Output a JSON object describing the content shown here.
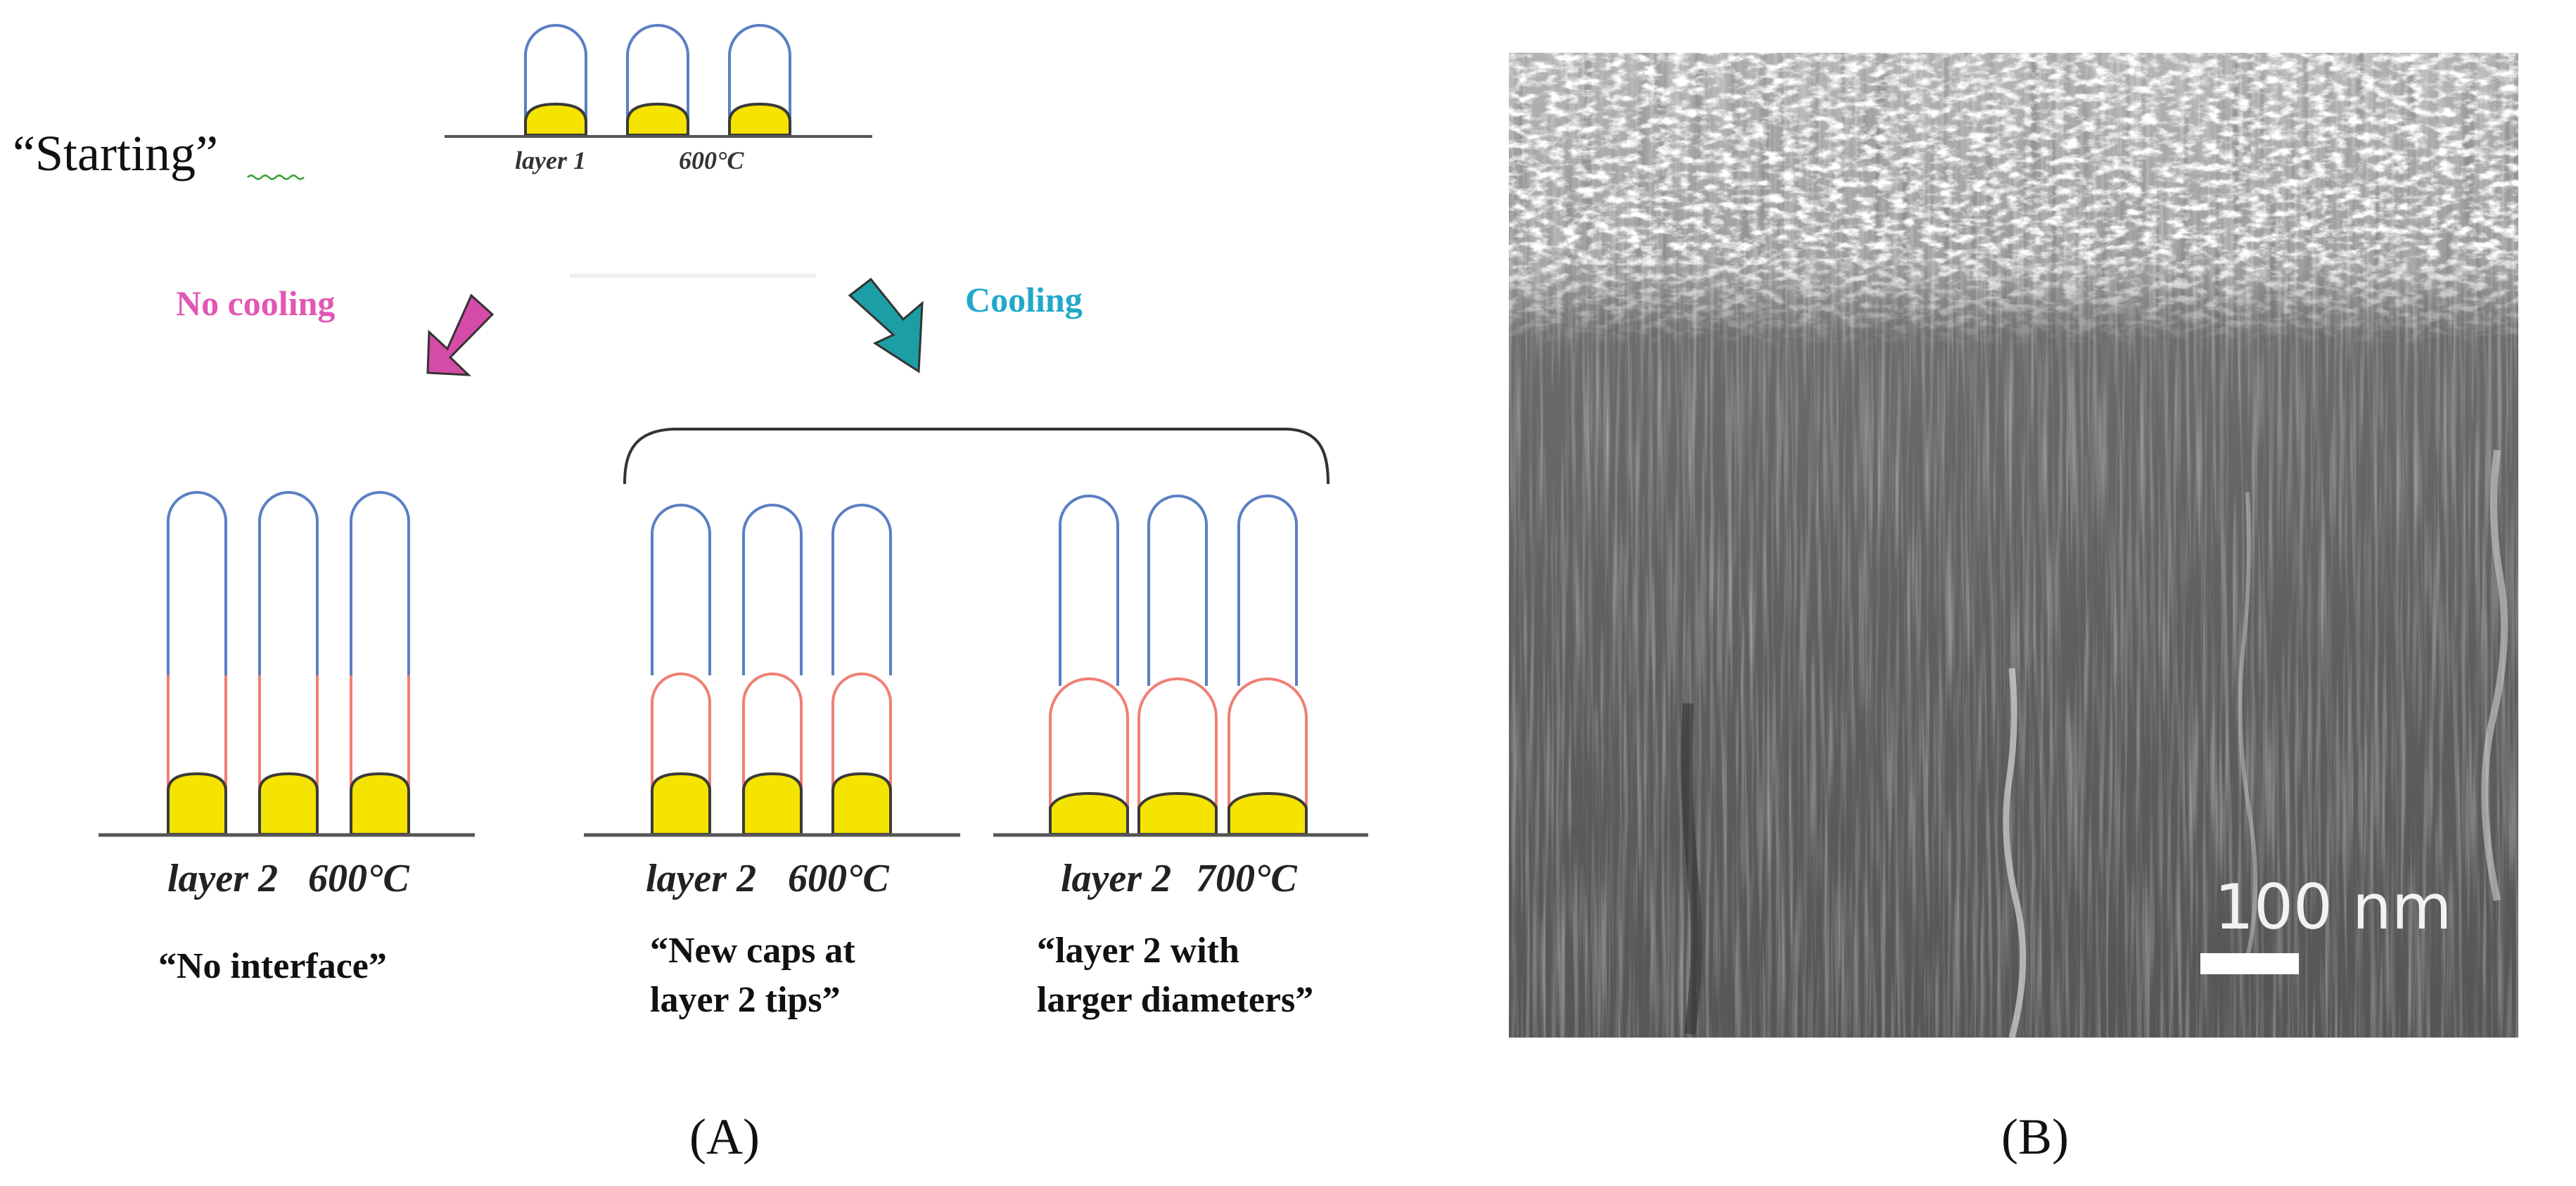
{
  "panel_a": {
    "panel_label": "(A)",
    "starting": {
      "label": "“Starting”",
      "layer_label": "layer 1",
      "temp_label": "600°C"
    },
    "no_cooling": {
      "label": "No cooling",
      "layer_label": "layer 2",
      "temp_label": "600°C",
      "caption": "“No interface”"
    },
    "cooling": {
      "label": "Cooling",
      "caps": {
        "layer_label": "layer 2",
        "temp_label": "600°C",
        "caption_line1": "“New caps at",
        "caption_line2": "layer 2 tips”"
      },
      "larger": {
        "layer_label": "layer 2",
        "temp_label": "700°C",
        "caption_line1": "“layer 2 with",
        "caption_line2": "larger diameters”"
      }
    },
    "colors": {
      "layer1_tube": "#5b7fc4",
      "layer2_tube": "#f07f74",
      "catalyst": "#f5e400",
      "no_cooling_arrow": "#d54ba8",
      "cooling_arrow": "#1d9ea6",
      "no_cooling_text": "#e257b4",
      "cooling_text": "#22a8c8"
    }
  },
  "panel_b": {
    "panel_label": "(B)",
    "scale_bar_label": "100 nm"
  }
}
